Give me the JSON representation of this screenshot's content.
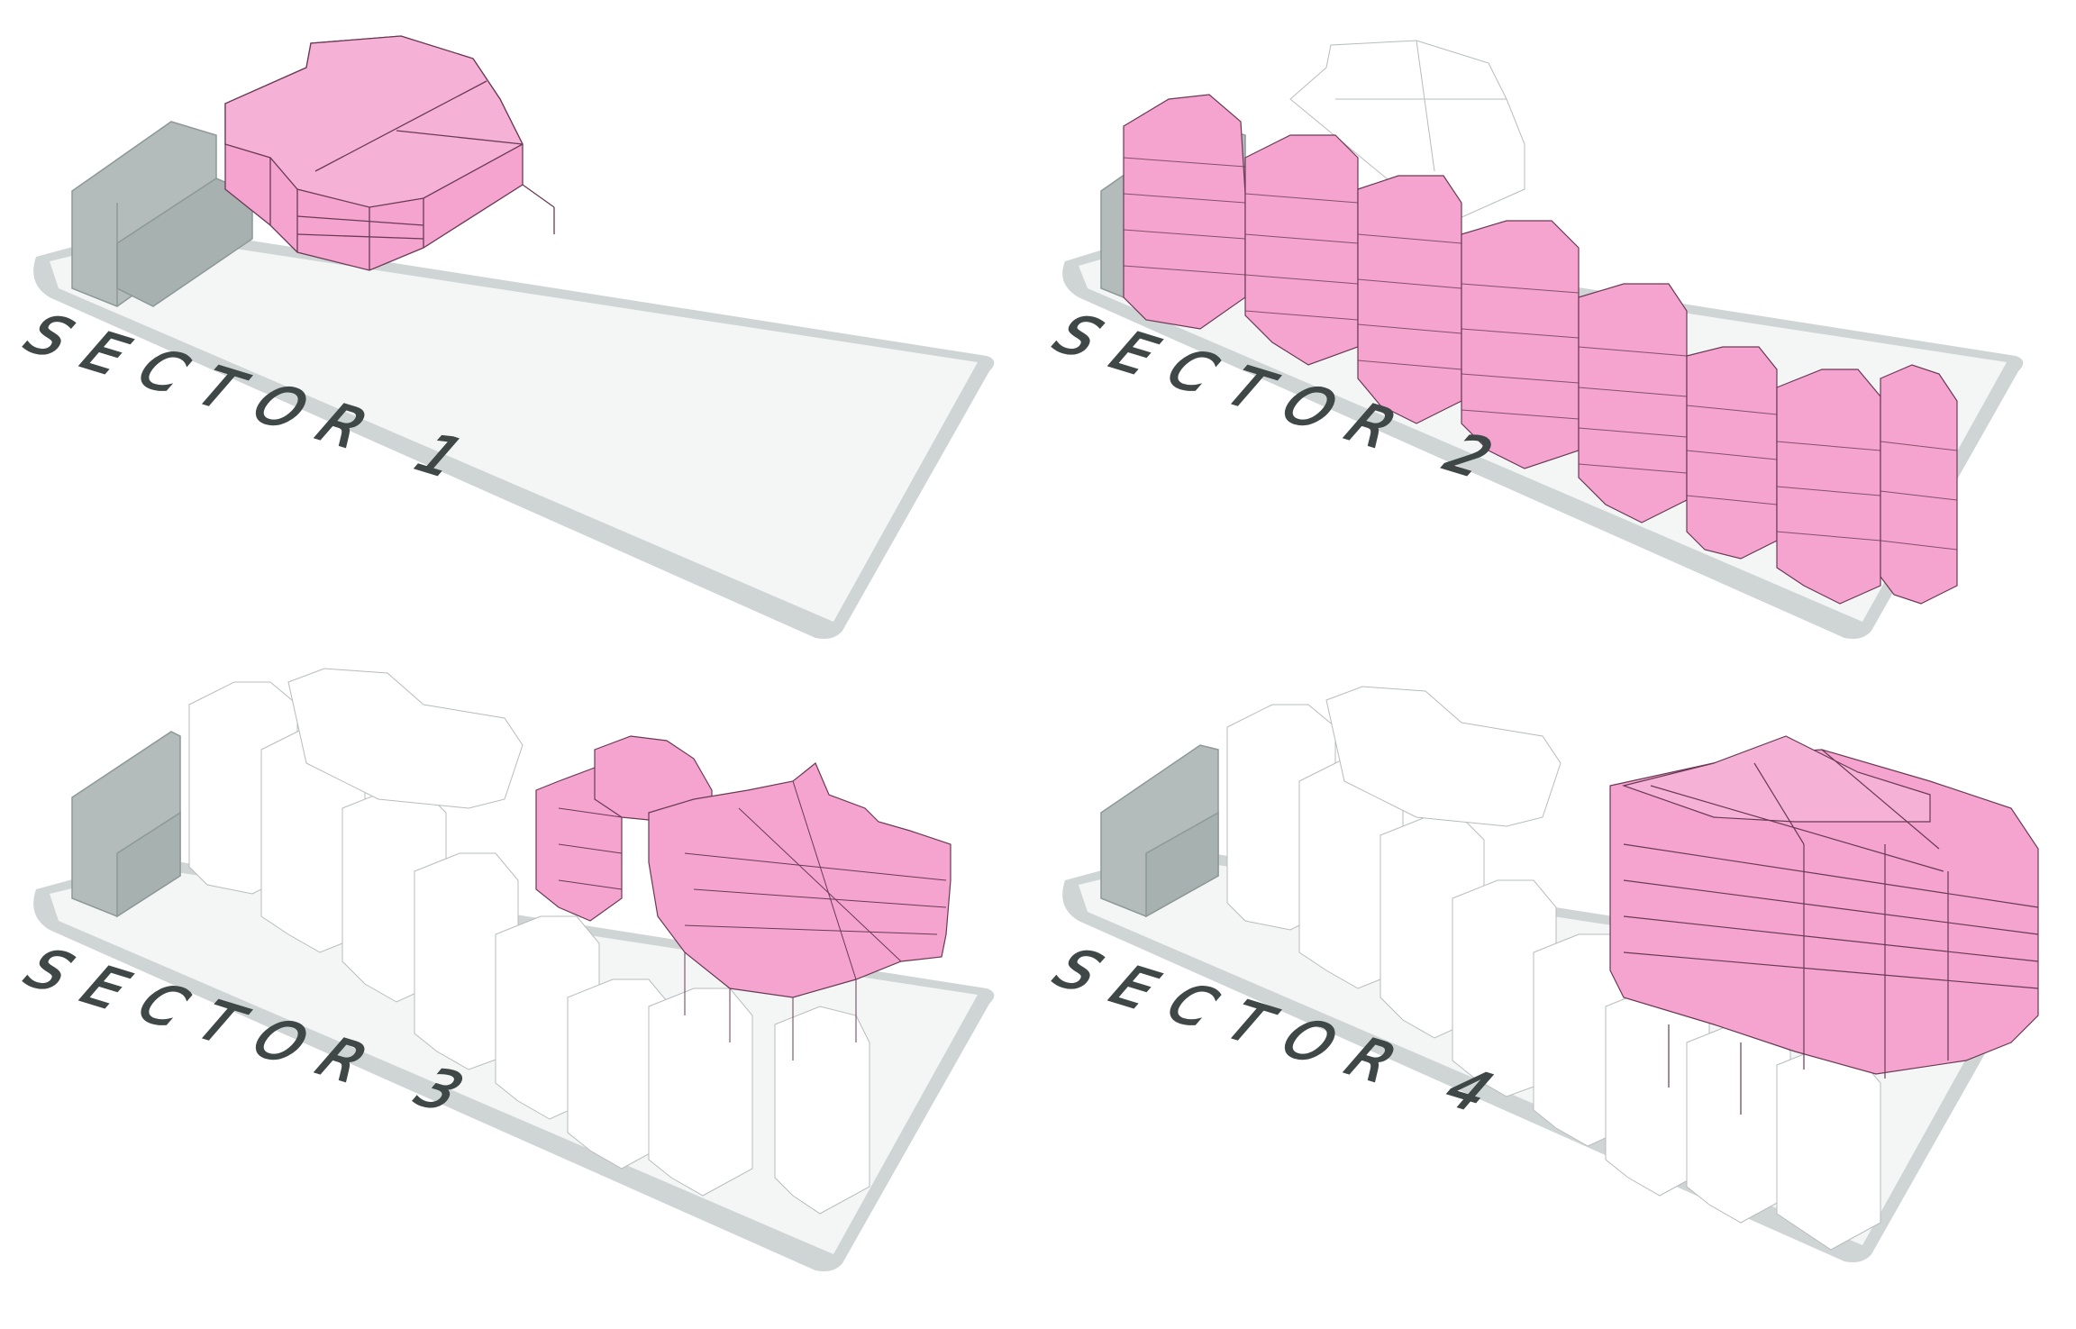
{
  "panels": [
    {
      "label": "SECTOR 1",
      "highlight": "single-block"
    },
    {
      "label": "SECTOR 2",
      "highlight": "row-of-blocks"
    },
    {
      "label": "SECTOR 3",
      "highlight": "central-blocks"
    },
    {
      "label": "SECTOR 4",
      "highlight": "corner-tower"
    }
  ],
  "colors": {
    "highlight": "#f4a4cf",
    "highlight_stroke": "#6a3a55",
    "existing_building": "#b3bcba",
    "site_base": "#eef1f1",
    "site_border": "#cfd5d4",
    "context_line": "#b8bcbc",
    "label": "#3f4747"
  }
}
